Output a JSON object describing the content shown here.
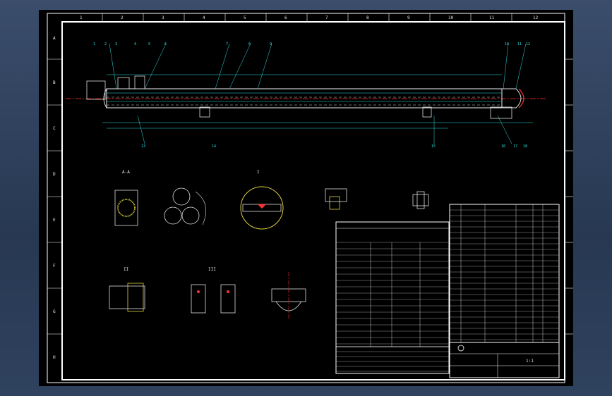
{
  "drawing": {
    "border_zones_top": [
      "1",
      "2",
      "3",
      "4",
      "5",
      "6",
      "7",
      "8",
      "9",
      "10",
      "11",
      "12"
    ],
    "border_zones_side": [
      "A",
      "B",
      "C",
      "D",
      "E",
      "F",
      "G",
      "H"
    ],
    "view_titles": [
      "A-A",
      "",
      "I",
      "",
      ""
    ],
    "detail_titles": [
      "I",
      "II",
      "III"
    ],
    "leader_labels": [
      "1",
      "2",
      "3",
      "4",
      "5",
      "6",
      "7",
      "8",
      "9",
      "10",
      "11",
      "12",
      "13",
      "14",
      "15",
      "16",
      "17",
      "18"
    ],
    "title_block": {
      "company": "",
      "drawing_no": "",
      "scale": "1:1"
    }
  },
  "colors": {
    "background": "#000000",
    "frame": "#ffffff",
    "vessel": "#e8e8e8",
    "dimension": "#30e0e0",
    "centerline": "#ff3030",
    "hatch": "#e0d040",
    "accent": "#40ff40"
  },
  "icons": [
    "gear-icon"
  ]
}
